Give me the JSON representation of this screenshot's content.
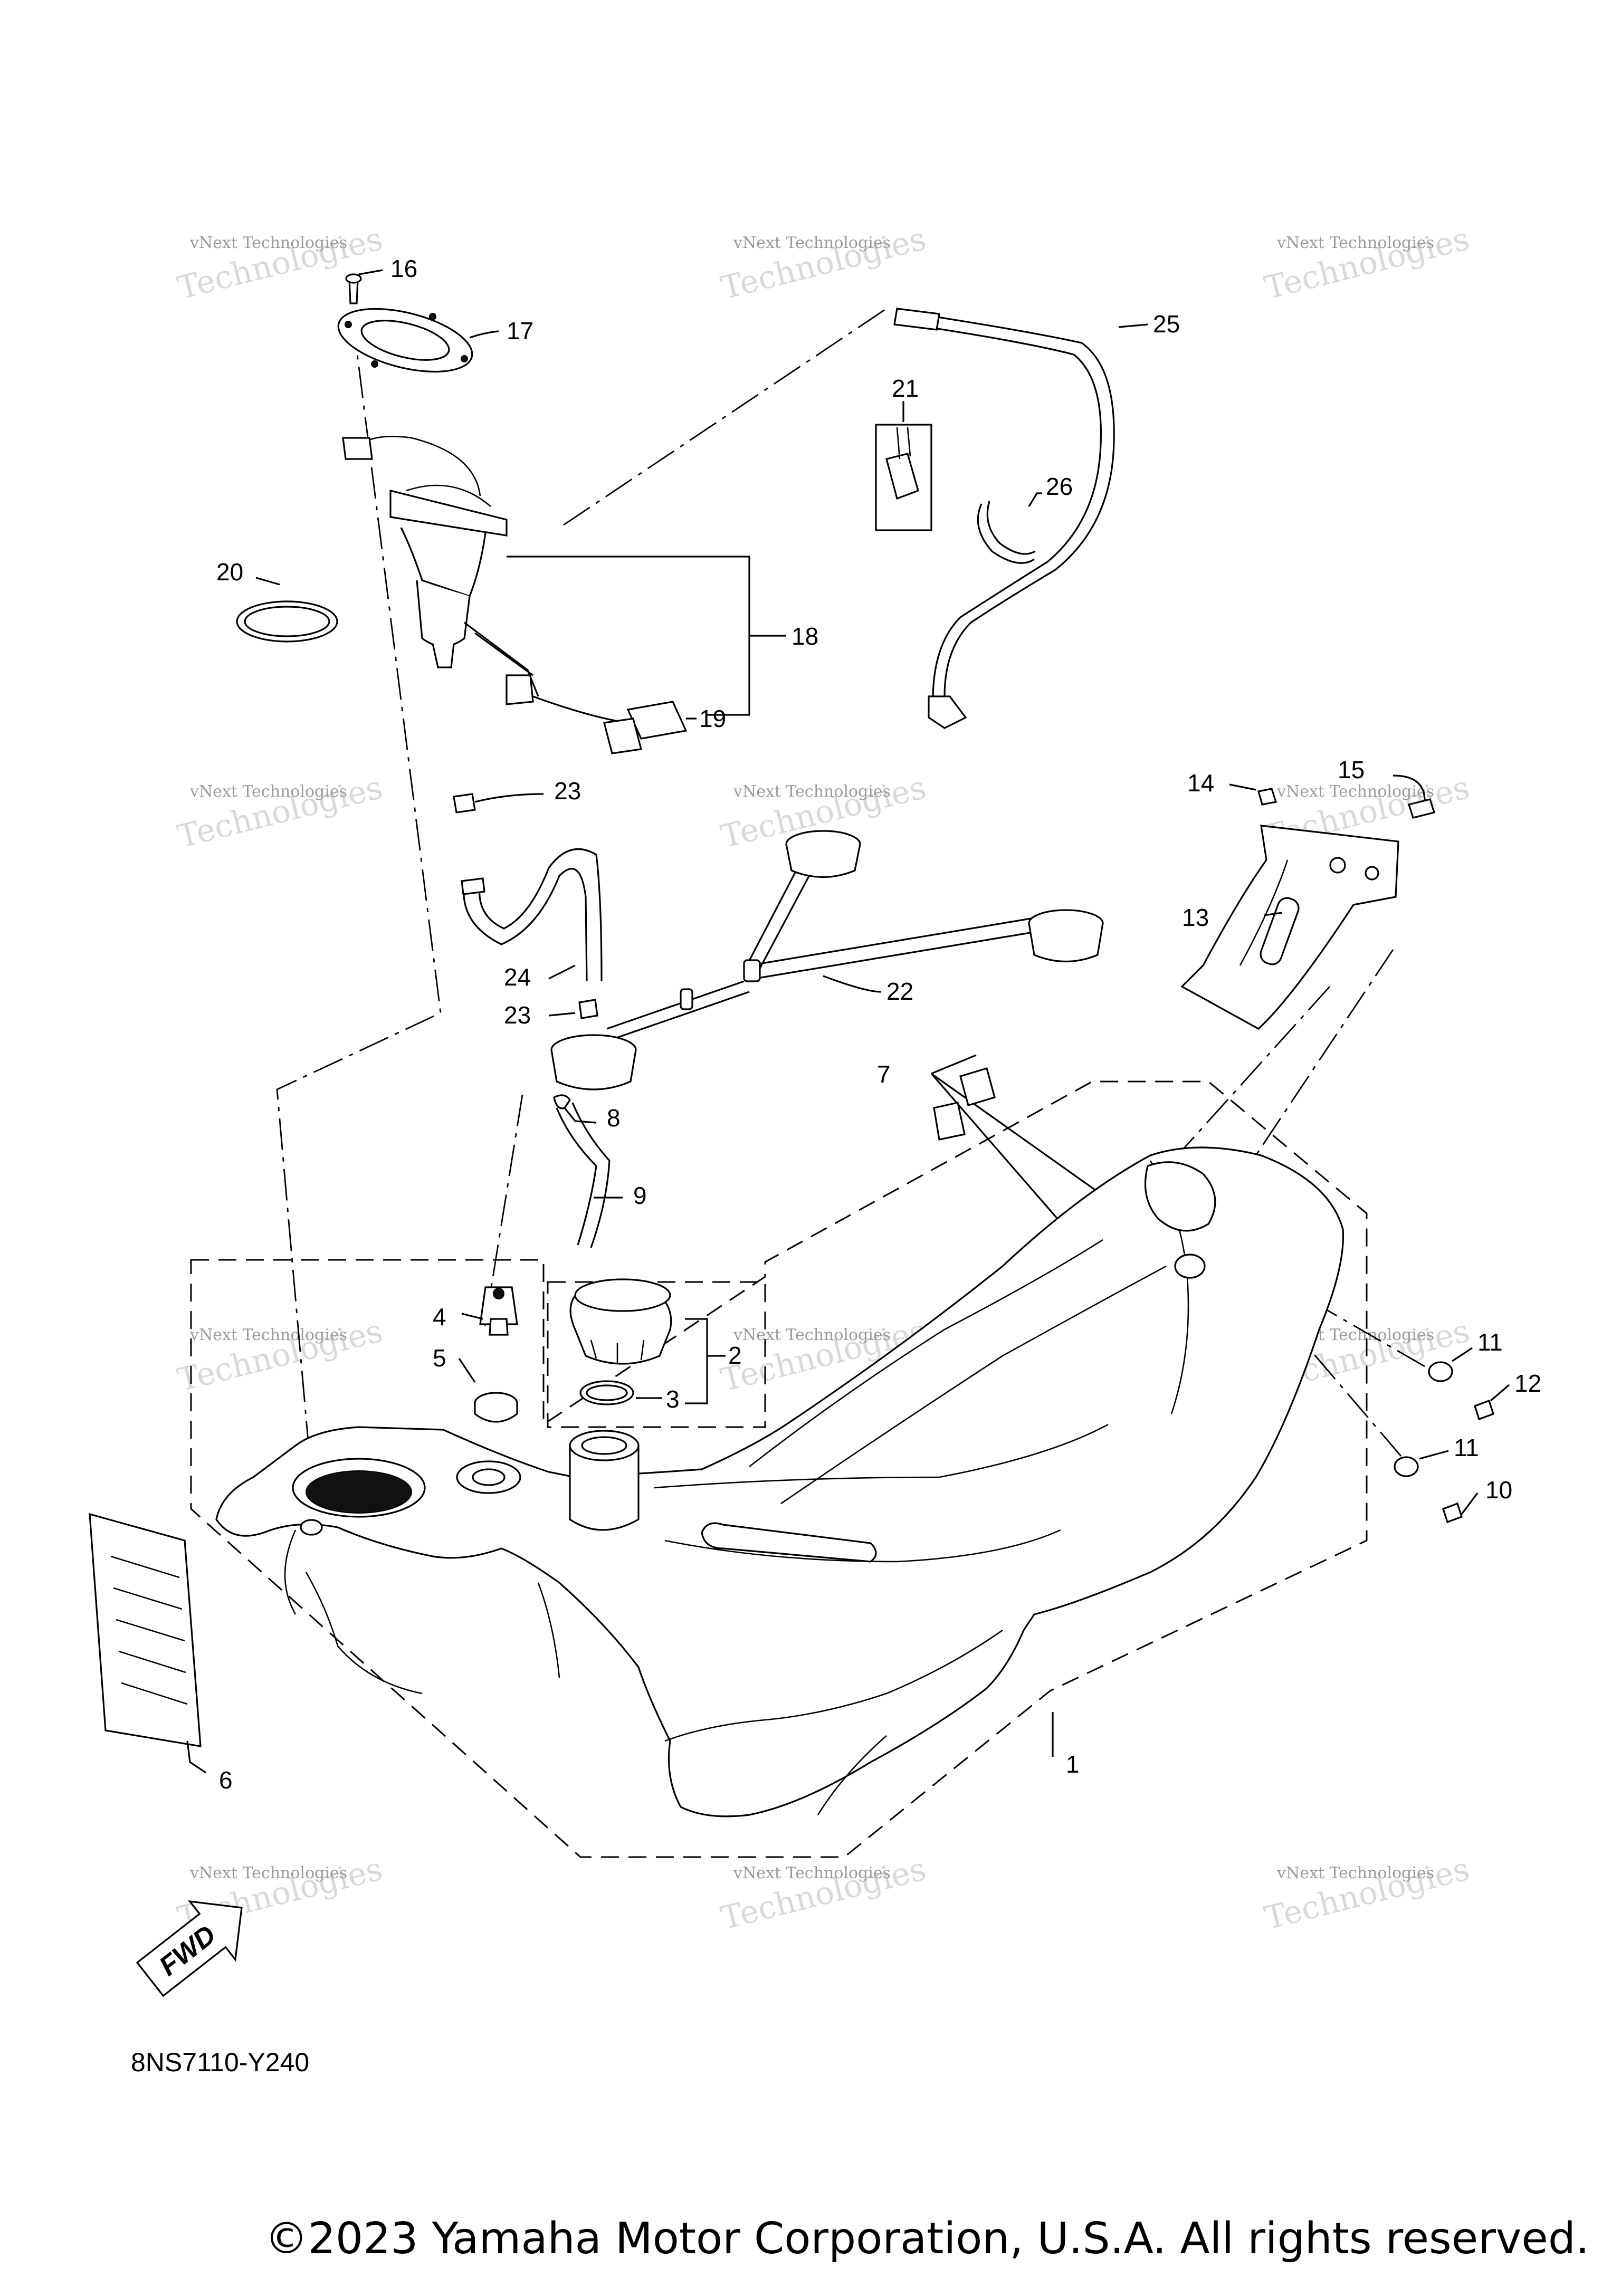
{
  "diagram_code": "8NS7110-Y240",
  "copyright": "©2023 Yamaha Motor Corporation, U.S.A. All rights reserved.",
  "fwd_label": "FWD",
  "watermark": {
    "line1": "vNext Technologies",
    "line2": "Technologies"
  },
  "callouts": [
    "1",
    "2",
    "3",
    "4",
    "5",
    "6",
    "7",
    "8",
    "9",
    "10",
    "11",
    "11",
    "12",
    "13",
    "14",
    "15",
    "16",
    "17",
    "18",
    "19",
    "20",
    "21",
    "22",
    "23",
    "23",
    "24",
    "25",
    "26"
  ],
  "icons": [
    "fwd-arrow-icon"
  ],
  "colors": {
    "line": "#000000",
    "background": "#ffffff",
    "watermark": "#9a9a9a"
  }
}
